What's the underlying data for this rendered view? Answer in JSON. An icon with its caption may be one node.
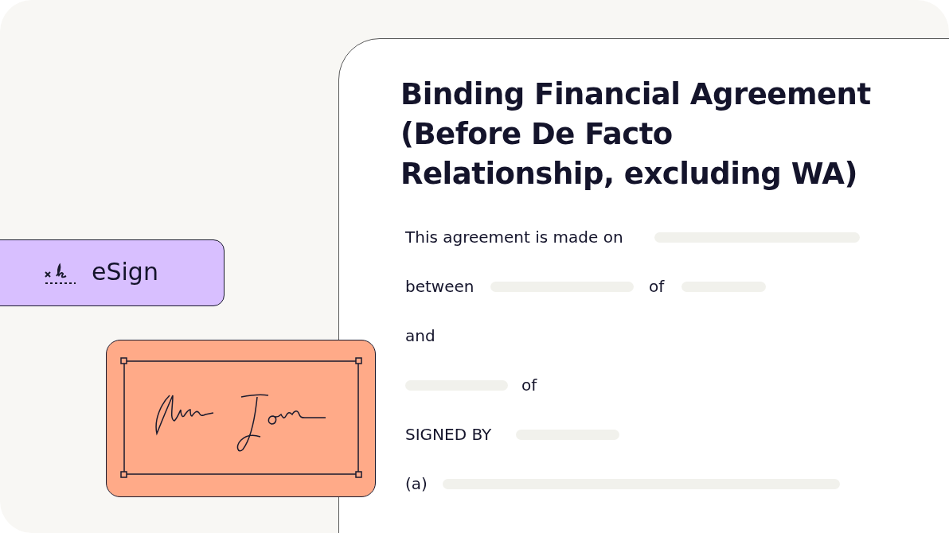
{
  "diagram": {
    "title": "Binding Financial Agreement (Before De Facto Relationship, excluding WA)",
    "nodes": [
      {
        "text": [
          "eSign"
        ]
      }
    ],
    "labels": [
      "This agreement is made on",
      "between",
      "of",
      "and",
      "of",
      "SIGNED BY",
      "(a)"
    ]
  }
}
